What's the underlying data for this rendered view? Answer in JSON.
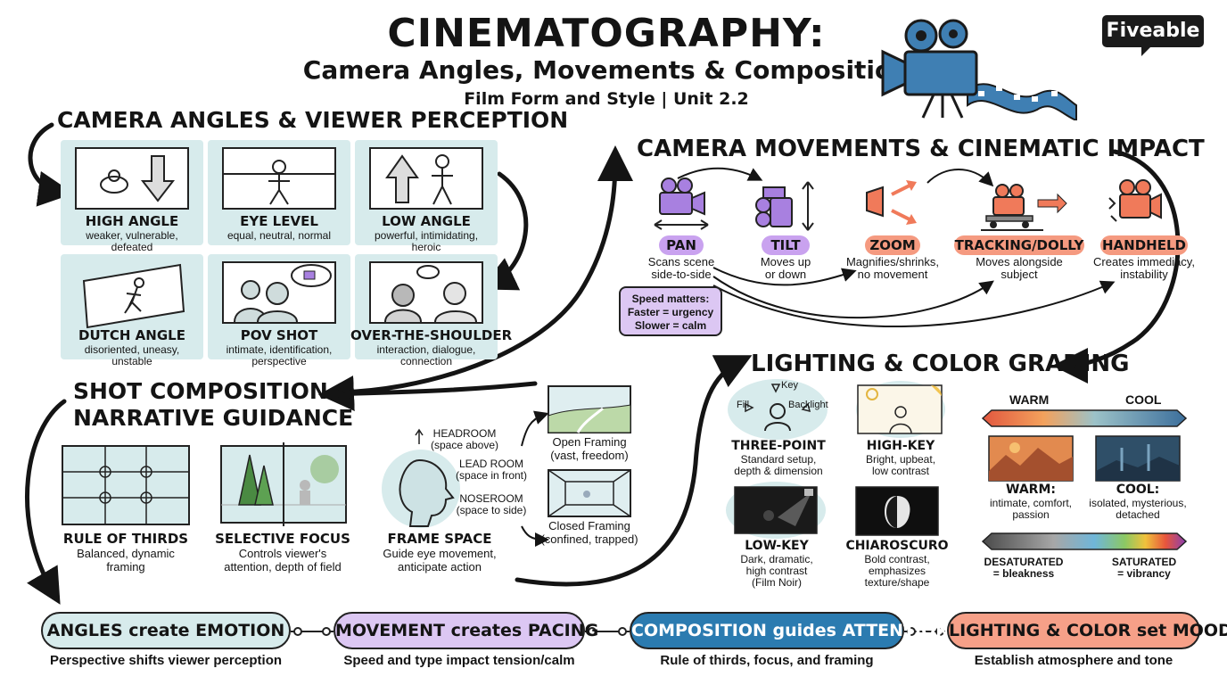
{
  "header": {
    "title": "CINEMATOGRAPHY:",
    "subtitle": "Camera Angles, Movements & Composition",
    "unit": "Film Form and Style | Unit 2.2",
    "brand": "Fiveable"
  },
  "angles": {
    "heading": "CAMERA ANGLES & VIEWER PERCEPTION",
    "items": [
      {
        "label": "HIGH ANGLE",
        "desc": "weaker, vulnerable,\ndefeated"
      },
      {
        "label": "EYE LEVEL",
        "desc": "equal, neutral, normal"
      },
      {
        "label": "LOW ANGLE",
        "desc": "powerful, intimidating,\nheroic"
      },
      {
        "label": "DUTCH ANGLE",
        "desc": "disoriented, uneasy,\nunstable"
      },
      {
        "label": "POV SHOT",
        "desc": "intimate, identification,\nperspective"
      },
      {
        "label": "OVER-THE-SHOULDER",
        "desc": "interaction, dialogue,\nconnection"
      }
    ]
  },
  "movements": {
    "heading": "CAMERA MOVEMENTS & CINEMATIC IMPACT",
    "items": [
      {
        "label": "PAN",
        "desc": "Scans scene\nside-to-side",
        "color": "#c9a2ef"
      },
      {
        "label": "TILT",
        "desc": "Moves up\nor down",
        "color": "#c9a2ef"
      },
      {
        "label": "ZOOM",
        "desc": "Magnifies/shrinks,\nno movement",
        "color": "#f59a80"
      },
      {
        "label": "TRACKING/DOLLY",
        "desc": "Moves alongside\nsubject",
        "color": "#f59a80"
      },
      {
        "label": "HANDHELD",
        "desc": "Creates immediacy,\ninstability",
        "color": "#f59a80"
      }
    ],
    "note": "Speed matters:\nFaster = urgency\nSlower = calm"
  },
  "composition": {
    "heading": "SHOT COMPOSITION &\nNARRATIVE GUIDANCE",
    "rule_of_thirds": {
      "label": "RULE OF THIRDS",
      "desc": "Balanced, dynamic\nframing"
    },
    "selective_focus": {
      "label": "SELECTIVE FOCUS",
      "desc": "Controls viewer's\nattention, depth of field"
    },
    "frame_space": {
      "label": "FRAME SPACE",
      "desc": "Guide eye movement,\nanticipate action"
    },
    "headroom": "HEADROOM\n(space above)",
    "lead_room": "LEAD ROOM\n(space in front)",
    "noseroom": "NOSEROOM\n(space to side)",
    "open_framing": "Open Framing\n(vast, freedom)",
    "closed_framing": "Closed Framing\n(confined, trapped)"
  },
  "lighting": {
    "heading": "LIGHTING & COLOR GRADING",
    "key_label": "Key",
    "fill_label": "Fill",
    "backlight_label": "Backlight",
    "items": [
      {
        "label": "THREE-POINT",
        "desc": "Standard setup,\ndepth & dimension"
      },
      {
        "label": "HIGH-KEY",
        "desc": "Bright, upbeat,\nlow contrast"
      },
      {
        "label": "LOW-KEY",
        "desc": "Dark, dramatic,\nhigh contrast\n(Film Noir)"
      },
      {
        "label": "CHIAROSCURO",
        "desc": "Bold contrast,\nemphasizes\ntexture/shape"
      }
    ],
    "warm_label": "WARM",
    "cool_label": "COOL",
    "warm_desc_title": "WARM:",
    "warm_desc": "intimate, comfort,\npassion",
    "cool_desc_title": "COOL:",
    "cool_desc": "isolated, mysterious,\ndetached",
    "desaturated": "DESATURATED\n= bleakness",
    "saturated": "SATURATED\n= vibrancy"
  },
  "summary": [
    {
      "label": "ANGLES create EMOTION",
      "desc": "Perspective shifts viewer perception",
      "color": "#d7ebec"
    },
    {
      "label": "MOVEMENT creates PACING",
      "desc": "Speed and type impact tension/calm",
      "color": "#dcc7f3"
    },
    {
      "label": "COMPOSITION guides ATTENTION",
      "desc": "Rule of thirds, focus, and framing",
      "color": "#2b7bb0"
    },
    {
      "label": "LIGHTING & COLOR set MOOD",
      "desc": "Establish atmosphere and tone",
      "color": "#f6a088"
    }
  ]
}
